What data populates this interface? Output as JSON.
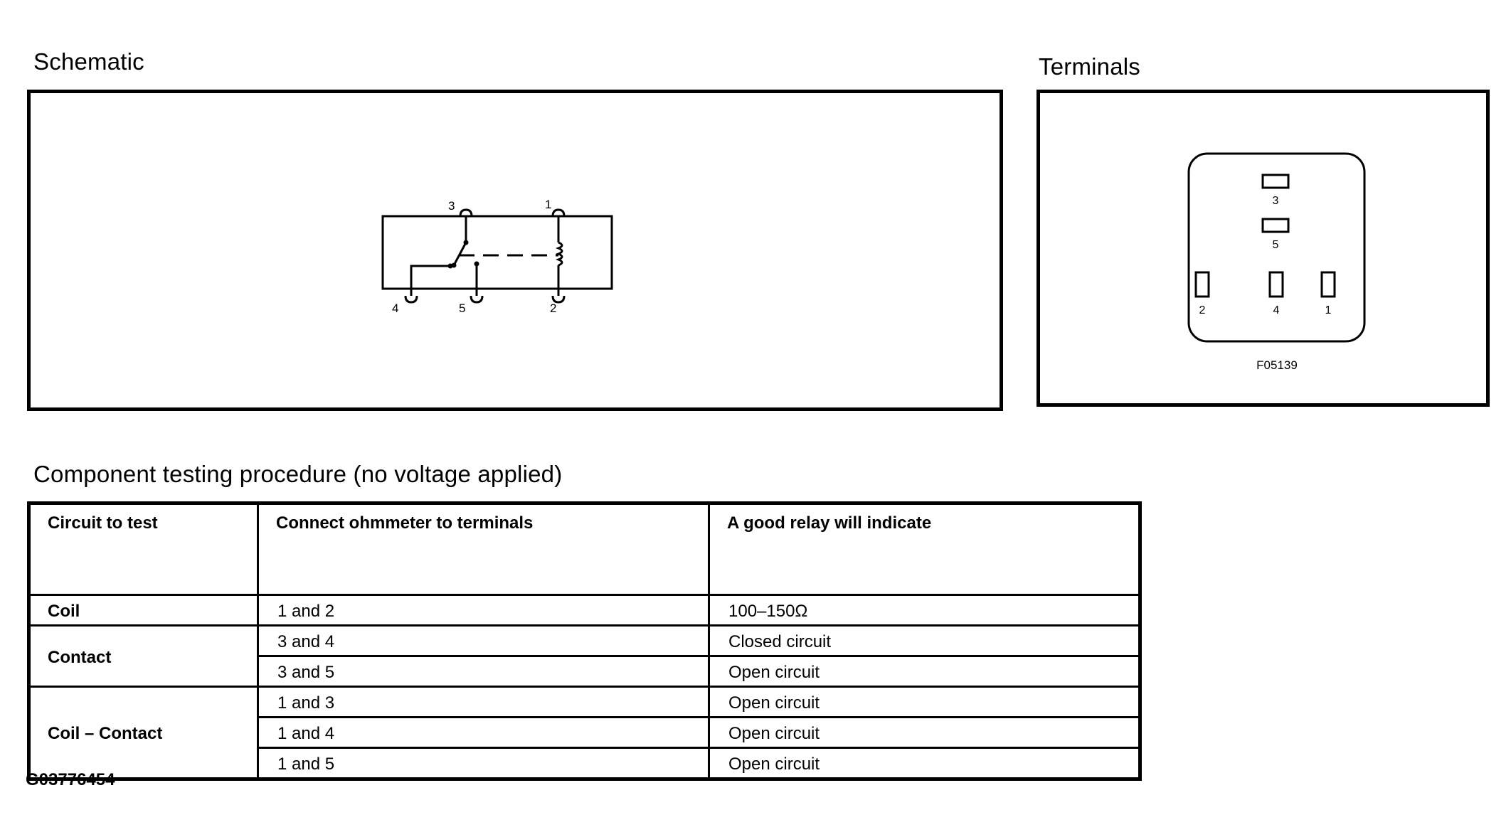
{
  "schematic": {
    "title": "Schematic",
    "terminal_labels": {
      "t3": "3",
      "t1": "1",
      "t4": "4",
      "t5": "5",
      "t2": "2"
    }
  },
  "terminals": {
    "title": "Terminals",
    "pin_labels": {
      "p3": "3",
      "p5": "5",
      "p2": "2",
      "p4": "4",
      "p1": "1"
    },
    "figure_code": "F05139"
  },
  "procedure": {
    "title": "Component testing procedure (no voltage applied)",
    "columns": [
      "Circuit to test",
      "Connect ohmmeter to terminals",
      "A good relay will indicate"
    ],
    "rows": [
      {
        "circuit": "Coil",
        "terminals": "1 and 2",
        "result": "100–150Ω"
      },
      {
        "circuit": "Contact",
        "terminals": "3 and 4",
        "result": "Closed circuit"
      },
      {
        "circuit": "",
        "terminals": "3 and 5",
        "result": "Open circuit"
      },
      {
        "circuit": "Coil – Contact",
        "terminals": "1 and 3",
        "result": "Open circuit"
      },
      {
        "circuit": "",
        "terminals": "1 and 4",
        "result": "Open circuit"
      },
      {
        "circuit": "",
        "terminals": "1 and 5",
        "result": "Open circuit"
      }
    ]
  },
  "figure_id": "G03776454"
}
